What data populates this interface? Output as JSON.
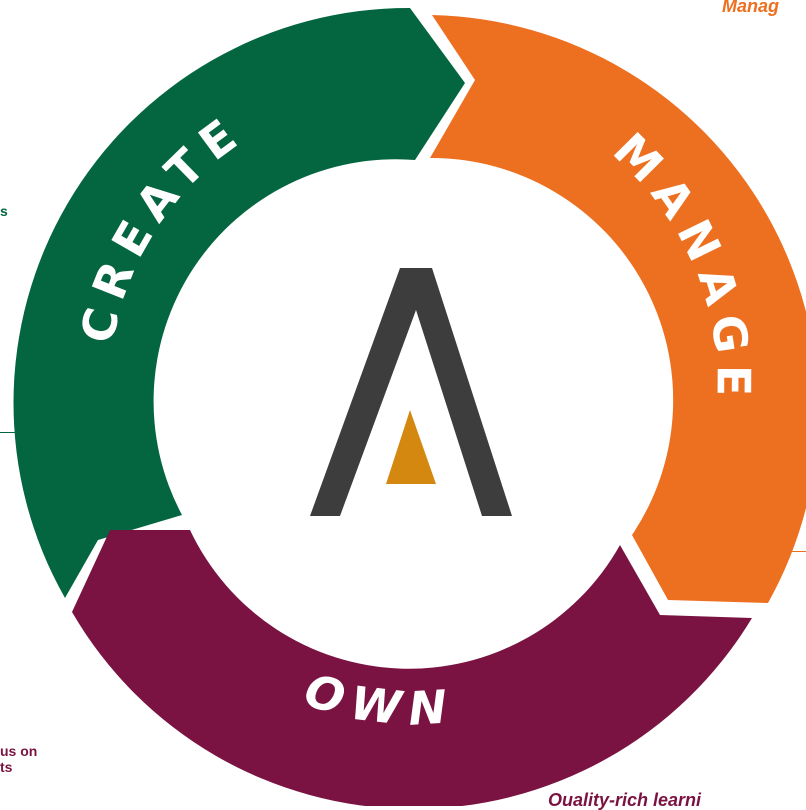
{
  "segments": {
    "create": {
      "label": "CREATE",
      "color": "#046641"
    },
    "manage": {
      "label": "MANAGE",
      "color": "#ED7021"
    },
    "own": {
      "label": "OWN",
      "color": "#7A1342"
    }
  },
  "center_logo": {
    "stroke_color": "#3D3D3D",
    "accent_color": "#D4880F"
  },
  "cropped_text": {
    "top_right": "Manag",
    "left_upper": "s",
    "bottom_left_line1": "us on",
    "bottom_left_line2": "ts",
    "bottom_right": "Ouality-rich learni"
  }
}
